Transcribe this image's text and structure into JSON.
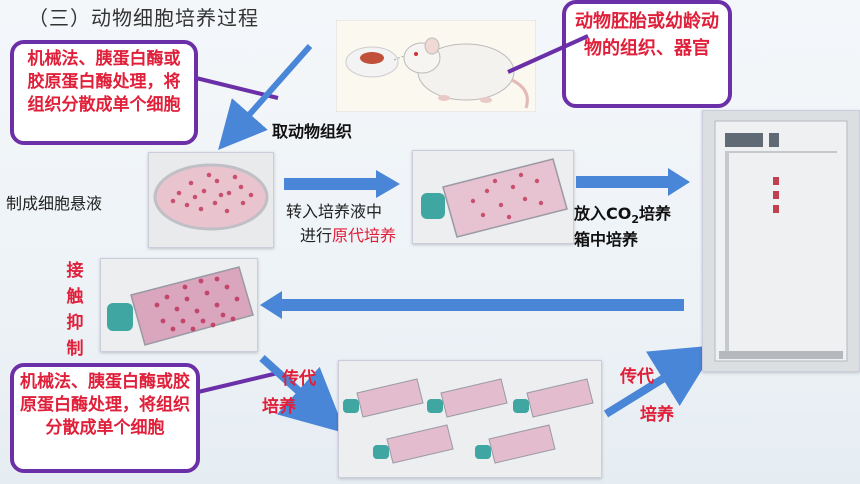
{
  "title": "（三）动物细胞培养过程",
  "callouts": {
    "top_left": "机械法、胰蛋白酶或胶原蛋白酶处理，将组织分散成单个细胞",
    "bottom_left": "机械法、胰蛋白酶或胶原蛋白酶处理，将组织分散成单个细胞",
    "top_right": "动物胚胎或幼龄动物的组织、器官"
  },
  "labels": {
    "take_tissue": "取动物组织",
    "make_suspension": "制成细胞悬液",
    "transfer_line1": "转入培养液中",
    "transfer_line2_prefix": "进行",
    "transfer_line2_red": "原代培养",
    "incubator_line1_prefix": "放入CO",
    "incubator_sub": "2",
    "incubator_line1_suffix": "培养",
    "incubator_line2": "箱中培养",
    "contact_inhibition": [
      "接",
      "触",
      "抑",
      "制"
    ],
    "subculture_left_1": "传代",
    "subculture_left_2": "培养",
    "subculture_right_1": "传代",
    "subculture_right_2": "培养"
  },
  "colors": {
    "callout_border": "#6b2fa8",
    "callout_text": "#e0203a",
    "arrow": "#4a86d8",
    "highlight_red": "#e0203a"
  }
}
